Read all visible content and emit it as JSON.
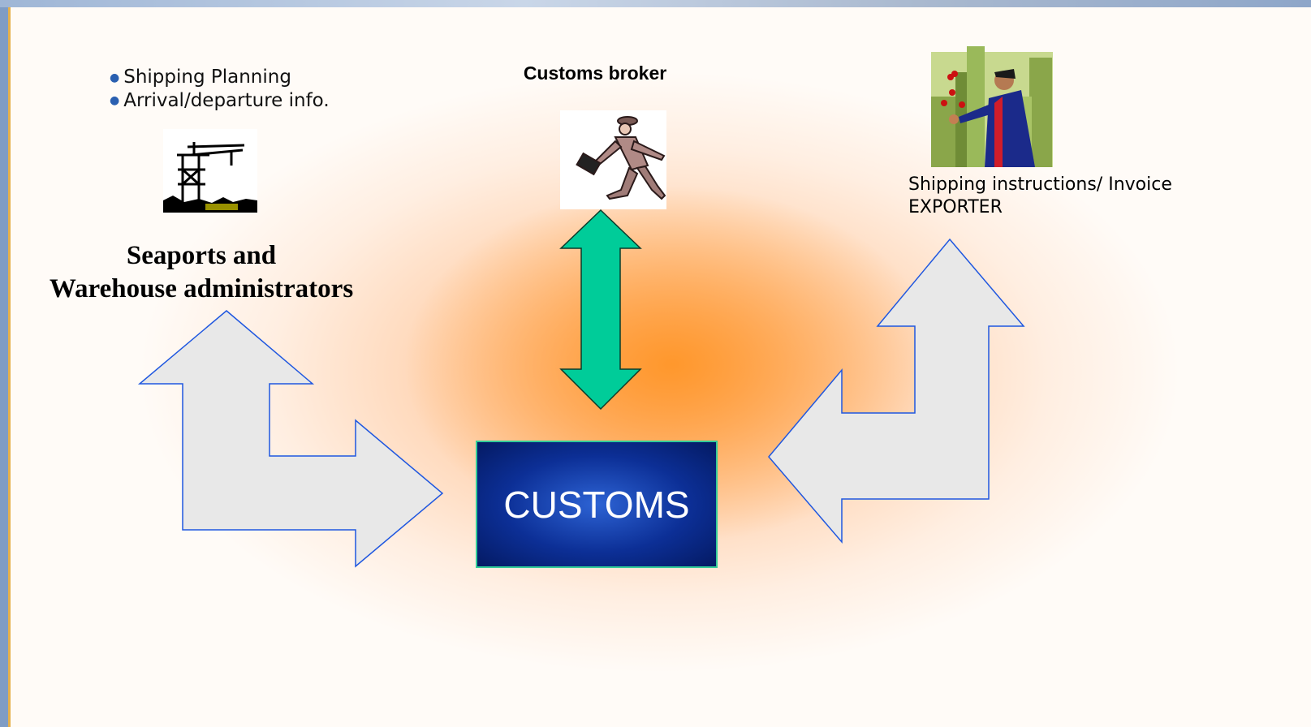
{
  "left_node": {
    "bullets": [
      "Shipping Planning",
      "Arrival/departure info."
    ],
    "title": "Seaports and Warehouse administrators",
    "title_lines": [
      "Seaports and",
      "Warehouse administrators"
    ],
    "icon": "crane-icon"
  },
  "top_node": {
    "title": "Customs broker",
    "icon": "walking-businessman-icon"
  },
  "right_node": {
    "lines": [
      "Shipping instructions/ Invoice",
      "EXPORTER"
    ],
    "icon": "juggling-businessman-icon"
  },
  "center_node": {
    "label": "CUSTOMS"
  },
  "colors": {
    "customs_box": "#0c2f96",
    "broker_arrow": "#00cc99",
    "side_arrows_fill": "#e8e8e8",
    "side_arrows_stroke": "#1f57e0",
    "glow": "#ff9a33"
  }
}
